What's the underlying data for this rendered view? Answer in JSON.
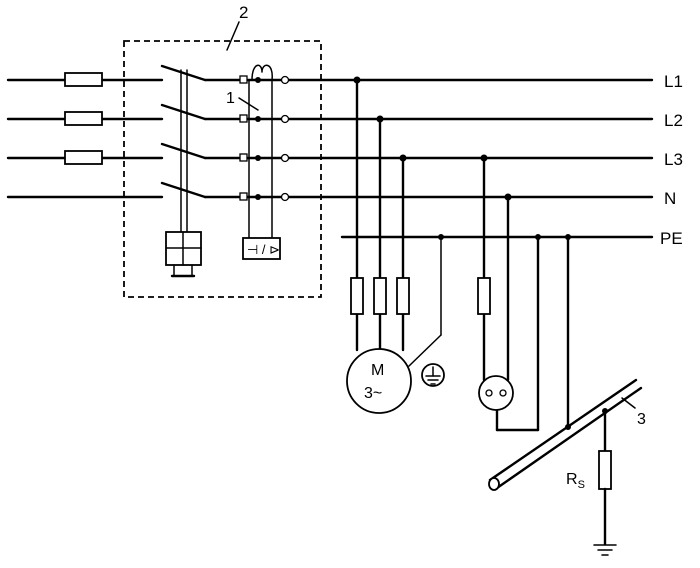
{
  "labels": {
    "bus_l1": "L1",
    "bus_l2": "L2",
    "bus_l3": "L3",
    "bus_n": "N",
    "bus_pe": "PE",
    "callout_2": "2",
    "callout_1": "1",
    "callout_3": "3",
    "motor_top": "M",
    "motor_bottom": "3~",
    "resistor_main": "R",
    "resistor_sub": "S"
  }
}
